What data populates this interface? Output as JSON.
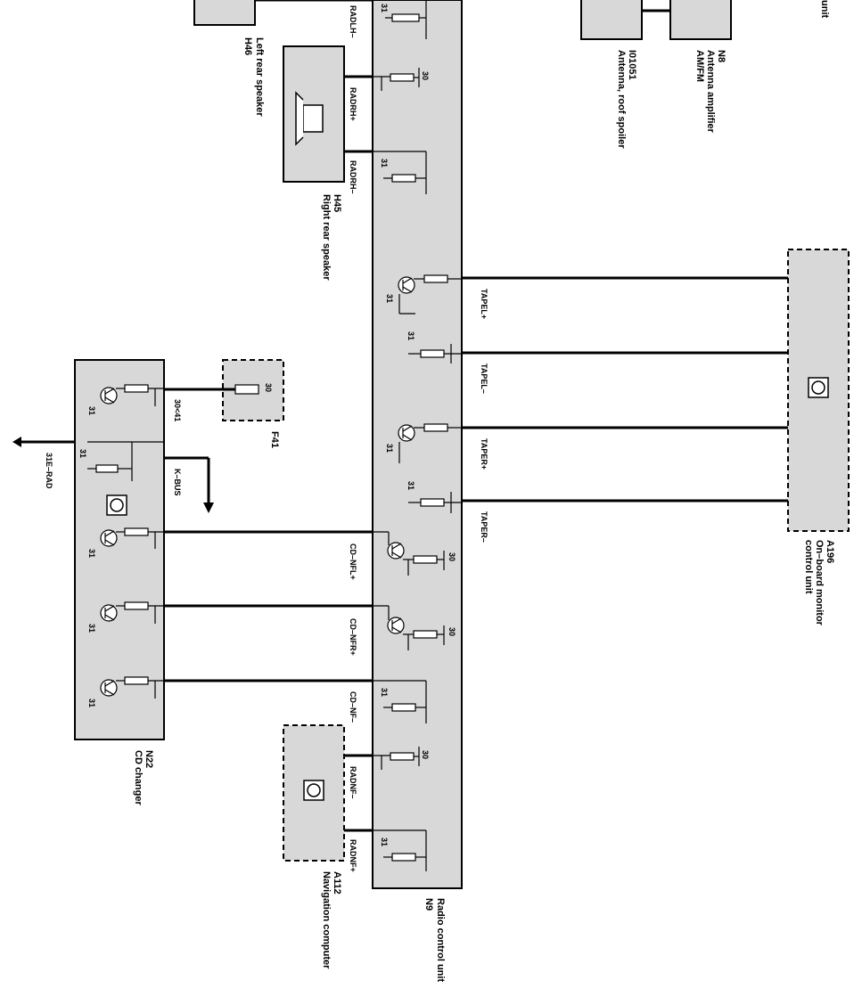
{
  "components": {
    "radio": {
      "id": "N9",
      "name": "Radio control unit"
    },
    "cd_changer": {
      "id": "N22",
      "name": "CD changer"
    },
    "nav": {
      "id": "A112",
      "name": "Navigation computer"
    },
    "monitor": {
      "id": "A196",
      "name": "On–board monitor",
      "name2": "control unit"
    },
    "right_speaker": {
      "id": "H45",
      "name": "Right rear speaker"
    },
    "left_speaker": {
      "id": "H46",
      "name": "Left rear speaker"
    },
    "fuse": {
      "id": "F41",
      "pin": "30"
    },
    "antenna_amp": {
      "id": "N8",
      "name": "Antenna amplifier",
      "name2": "AM/FM"
    },
    "antenna_roof": {
      "id": "I01051",
      "name": "Antenna, roof spoiler"
    },
    "top_unit_fragment": "unit"
  },
  "signals": {
    "radlh_minus": "RADLH–",
    "radrh_plus": "RADRH+",
    "radrh_minus": "RADRH–",
    "tapel_plus": "TAPEL+",
    "tapel_minus": "TAPEL–",
    "taper_plus": "TAPER+",
    "taper_minus": "TAPER–",
    "cd_nfl_plus": "CD–NFL+",
    "cd_nfr_plus": "CD–NFR+",
    "cd_nf_minus": "CD–NF–",
    "radnf_minus": "RADNF–",
    "radnf_plus": "RADNF+",
    "supply": "30<41",
    "kbus": "K–BUS",
    "ground": "31E–RAD"
  },
  "terminals": {
    "t30": "30",
    "t31": "31"
  }
}
